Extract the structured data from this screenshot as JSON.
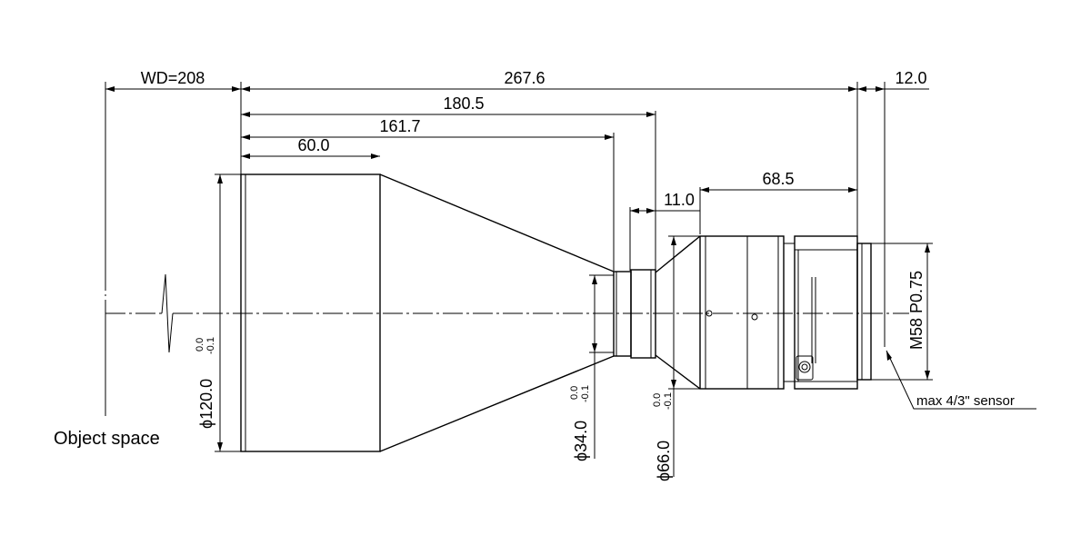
{
  "dimensions": {
    "working_distance": "WD=208",
    "total_length": "267.6",
    "back_focal": "12.0",
    "to_flange": "180.5",
    "to_small_step": "161.7",
    "front_tube": "60.0",
    "rear_body": "68.5",
    "step": "11.0"
  },
  "diameters": {
    "front": {
      "label": "ϕ120.0",
      "tol_upper": "0.0",
      "tol_lower": "-0.1"
    },
    "neck": {
      "label": "ϕ34.0",
      "tol_upper": "0.0",
      "tol_lower": "-0.1"
    },
    "body": {
      "label": "ϕ66.0",
      "tol_upper": "0.0",
      "tol_lower": "-0.1"
    }
  },
  "thread": "M58 P0.75",
  "labels": {
    "object_space": "Object space",
    "sensor": "max 4/3\" sensor"
  },
  "colors": {
    "line": "#000000",
    "background": "#ffffff"
  }
}
